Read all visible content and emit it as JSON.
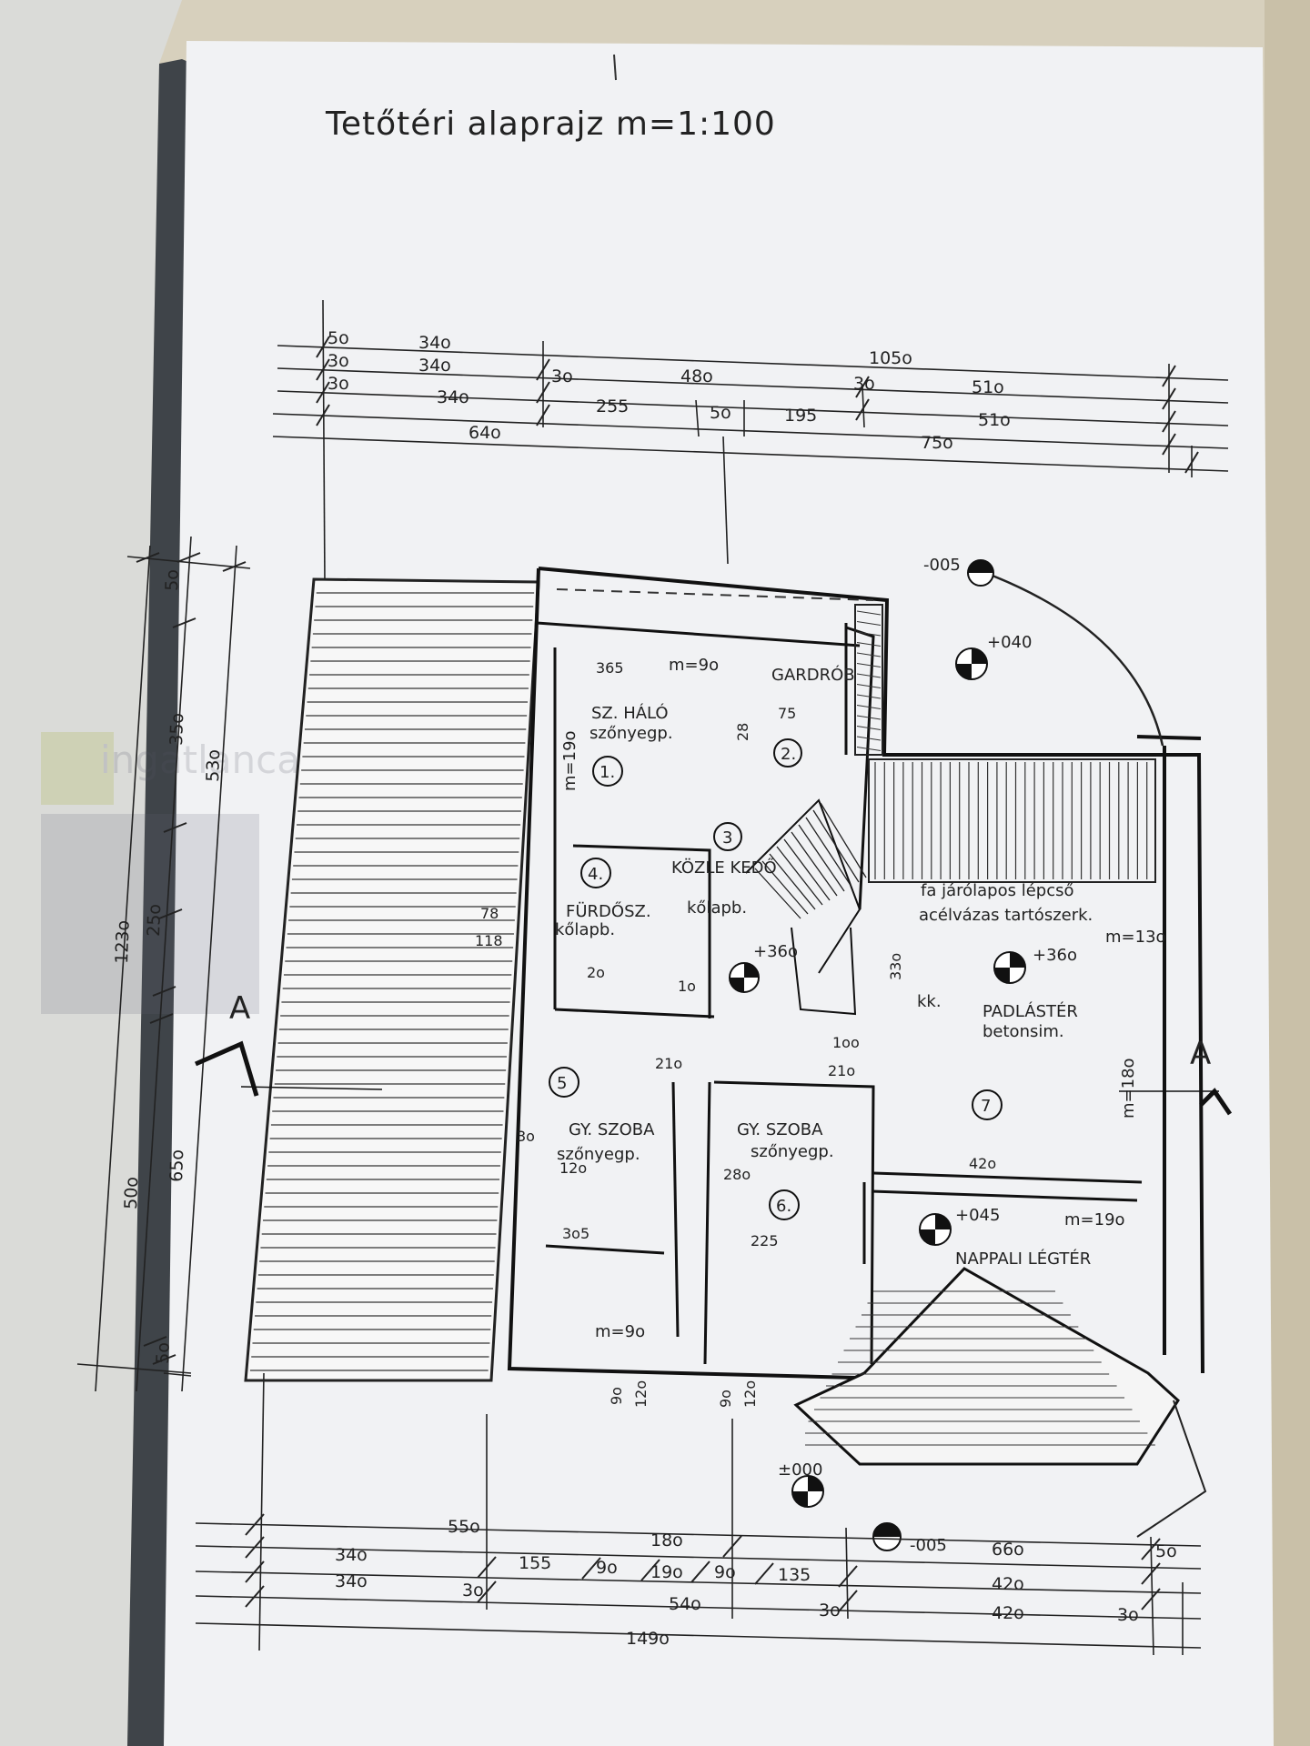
{
  "title": "Tetőtéri alaprajz m=1:100",
  "section_marks": [
    "A",
    "A"
  ],
  "rooms": [
    {
      "num": "1.",
      "name": "SZ. HÁLÓ",
      "floor": "szőnyegp.",
      "note": "m=19o"
    },
    {
      "num": "2.",
      "name": "GARDRÓB",
      "floor": "",
      "note": ""
    },
    {
      "num": "3",
      "name": "KÖZLE KEDŐ",
      "floor": "kőlapb.",
      "note": ""
    },
    {
      "num": "4.",
      "name": "FÜRDŐSZ.",
      "floor": "kőlapb.",
      "note": ""
    },
    {
      "num": "5",
      "name": "GY. SZOBA",
      "floor": "szőnyegp.",
      "note": ""
    },
    {
      "num": "6.",
      "name": "GY. SZOBA",
      "floor": "szőnyegp.",
      "note": ""
    },
    {
      "num": "7",
      "name": "PADLÁSTÉR",
      "floor": "betonsim.",
      "note": "m=18o"
    }
  ],
  "annotations": {
    "stair_note_1": "fa járólapos lépcső",
    "stair_note_2": "acélvázas tartószerk.",
    "nappali": "NAPPALI LÉGTÉR",
    "m19": "m=19o",
    "m13": "m=13o",
    "m18": "m=18o",
    "m9a": "m=9o",
    "m9b": "m=9o",
    "m_left": "m=19o",
    "kk": "kk.",
    "level_1": "+040",
    "level_2": "+36o",
    "level_3": "+36o",
    "level_4": "+045",
    "level_5": "±000",
    "level_6": "-005",
    "level_7": "-005"
  },
  "dims_top": {
    "r1": [
      "5o",
      "34o",
      "105o"
    ],
    "r2": [
      "3o",
      "34o",
      "48o",
      "51o"
    ],
    "r3": [
      "3o",
      "34o",
      "3o",
      "255",
      "5o",
      "195",
      "3o",
      "51o"
    ],
    "r4": [
      "64o",
      "75o"
    ]
  },
  "dims_bottom": {
    "r1": [
      "55o",
      "18o",
      "66o"
    ],
    "r2": [
      "34o",
      "155",
      "9o",
      "19o",
      "9o",
      "135",
      "42o",
      "5o"
    ],
    "r3": [
      "34o",
      "3o",
      "54o",
      "3o",
      "42o",
      "3o"
    ],
    "r4": [
      "149o"
    ]
  },
  "dims_left": [
    "5o",
    "35o",
    "53o",
    "123o",
    "25o",
    "65o",
    "50o",
    "5o"
  ],
  "inner_dims": [
    "365",
    "75",
    "28",
    "2o",
    "1o",
    "21o",
    "21o",
    "42o",
    "28o",
    "12o",
    "3o5",
    "225",
    "78",
    "118",
    "33o",
    "9o",
    "12o",
    "9o",
    "12o",
    "3o",
    "1oo"
  ]
}
